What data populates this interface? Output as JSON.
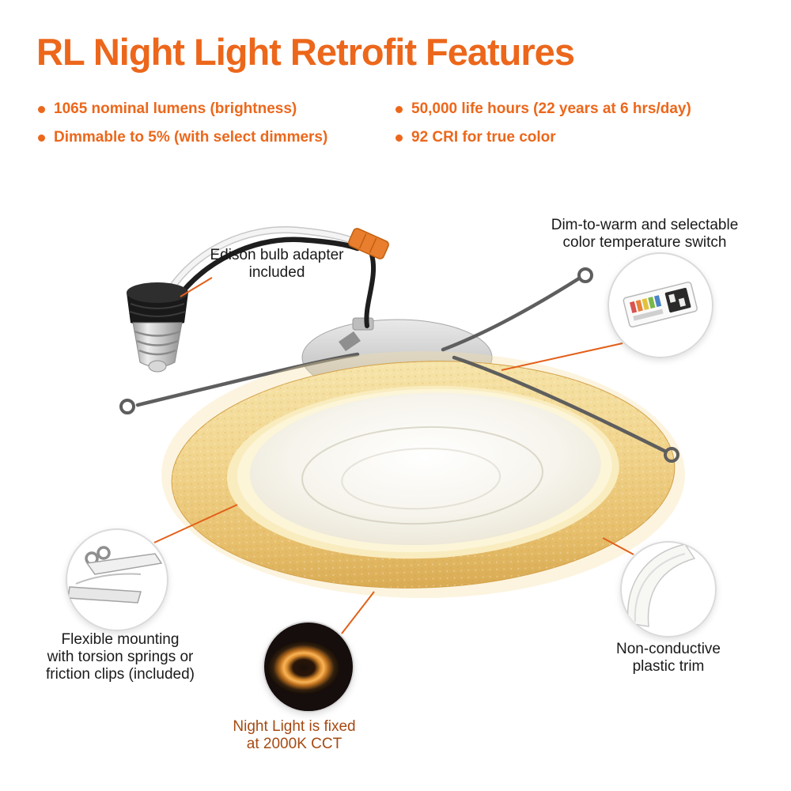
{
  "title": "RL Night Light Retrofit Features",
  "features": {
    "left": [
      "1065 nominal lumens (brightness)",
      "Dimmable to 5% (with select dimmers)"
    ],
    "right": [
      "50,000 life hours (22 years at 6 hrs/day)",
      "92 CRI for true color"
    ]
  },
  "callouts": {
    "edison_adapter": "Edison bulb adapter\nincluded",
    "color_switch": "Dim-to-warm and selectable\ncolor temperature switch",
    "flexible_mounting": "Flexible mounting\nwith torsion springs or\nfriction clips (included)",
    "night_light": "Night Light is fixed\nat 2000K CCT",
    "plastic_trim": "Non-conductive\nplastic trim"
  },
  "colors": {
    "accent_orange": "#EC671B",
    "leader_line": "#E2601A",
    "callout_text": "#1A1A1A",
    "night_light_text": "#A64A12",
    "trim_gold": "#EFCF8A",
    "background": "#FFFFFF"
  }
}
